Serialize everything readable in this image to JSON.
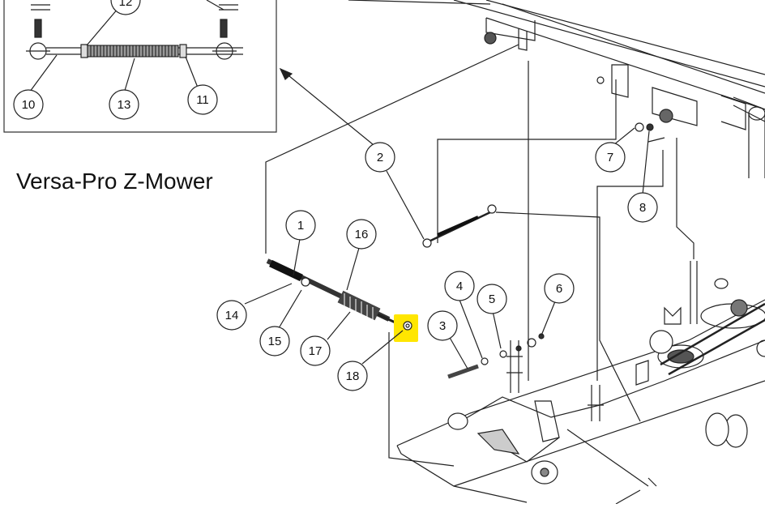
{
  "title": "Versa-Pro Z-Mower",
  "highlight_color": "#FFE600",
  "callouts": {
    "c1": "1",
    "c2": "2",
    "c3": "3",
    "c4": "4",
    "c5": "5",
    "c6": "6",
    "c7": "7",
    "c8": "8",
    "c10": "10",
    "c11": "11",
    "c12": "12",
    "c13": "13",
    "c14": "14",
    "c15": "15",
    "c16": "16",
    "c17": "17",
    "c18": "18"
  }
}
